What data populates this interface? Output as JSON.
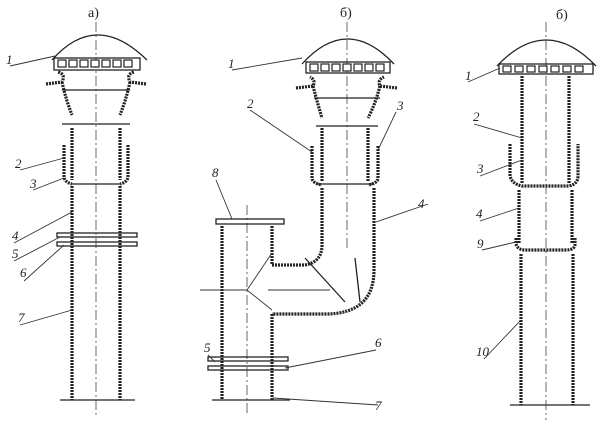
{
  "variants": [
    {
      "caption": "a)",
      "labels": [
        "1",
        "2",
        "3",
        "4",
        "5",
        "6",
        "7"
      ]
    },
    {
      "caption": "б)",
      "labels": [
        "1",
        "2",
        "3",
        "4",
        "5",
        "6",
        "7",
        "8"
      ]
    },
    {
      "caption": "б)",
      "labels": [
        "1",
        "2",
        "3",
        "4",
        "9",
        "10"
      ]
    }
  ]
}
